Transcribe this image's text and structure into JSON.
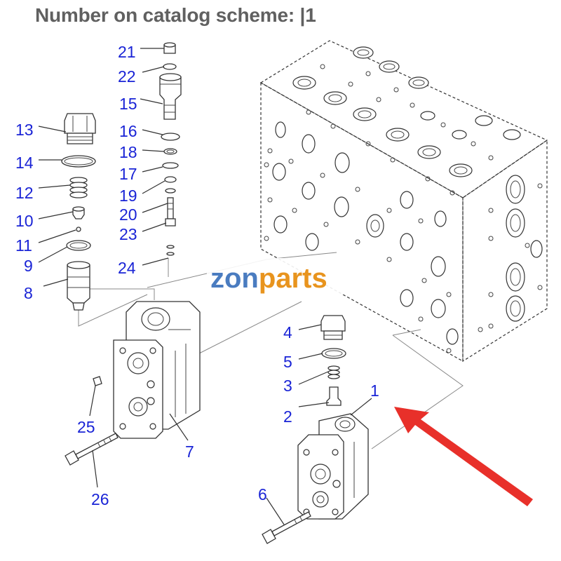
{
  "header": {
    "title": "Number on catalog scheme: |1"
  },
  "watermark": {
    "part1": "zon",
    "part2": "parts",
    "color1": "#4a7cc0",
    "color2": "#e8941e"
  },
  "callouts": {
    "n1": "1",
    "n2": "2",
    "n3": "3",
    "n4": "4",
    "n5": "5",
    "n6": "6",
    "n7": "7",
    "n8": "8",
    "n9": "9",
    "n10": "10",
    "n11": "11",
    "n12": "12",
    "n13": "13",
    "n14": "14",
    "n15": "15",
    "n16": "16",
    "n17": "17",
    "n18": "18",
    "n19": "19",
    "n20": "20",
    "n21": "21",
    "n22": "22",
    "n23": "23",
    "n24": "24",
    "n25": "25",
    "n26": "26"
  },
  "colors": {
    "callout": "#1a24d6",
    "arrow": "#e8302a",
    "title": "#606060"
  }
}
